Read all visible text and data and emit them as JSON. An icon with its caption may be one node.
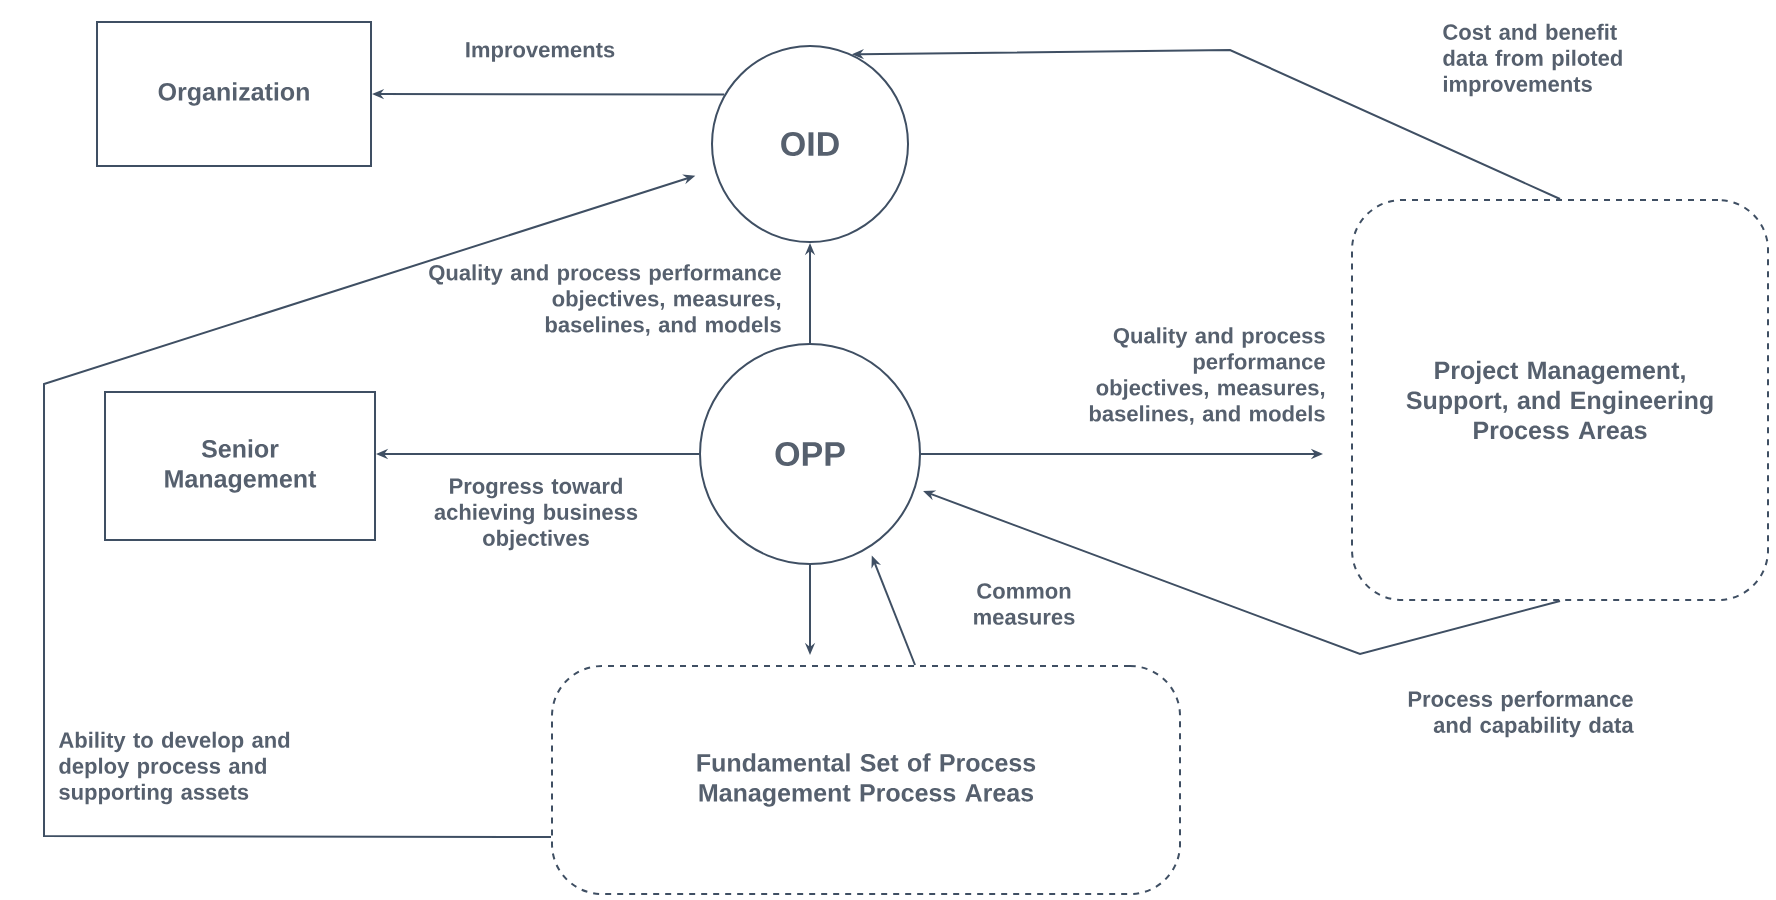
{
  "diagram": {
    "nodes": [
      {
        "text": [
          "Organization"
        ]
      },
      {
        "text": [
          "OID"
        ]
      },
      {
        "text": [
          "Senior Management"
        ]
      },
      {
        "text": [
          "OPP"
        ]
      },
      {
        "text": [
          "Project Management, Support, and Engineering Process Areas"
        ]
      },
      {
        "text": [
          "Fundamental Set of Process Management Process Areas"
        ]
      }
    ],
    "edges": [
      {
        "from": 1,
        "to": 0,
        "arrow": "to",
        "label": "Improvements"
      },
      {
        "from": 3,
        "to": 1,
        "arrow": "to",
        "label": "Quality and process performance objectives, measures, baselines, and models"
      },
      {
        "from": 3,
        "to": 2,
        "arrow": "to",
        "label": "Progress toward achieving business objectives"
      },
      {
        "from": 3,
        "to": 4,
        "arrow": "to",
        "label": "Quality and process performance objectives, measures, baselines, and models"
      },
      {
        "from": 3,
        "to": 5,
        "arrow": "to"
      },
      {
        "from": 5,
        "to": 3,
        "arrow": "to",
        "label": "Common measures"
      },
      {
        "from": 4,
        "to": 3,
        "arrow": "to",
        "label": "Process performance and capability data"
      },
      {
        "from": 4,
        "to": 1,
        "arrow": "to",
        "label": "Cost and benefit data from piloted improvements"
      },
      {
        "from": 5,
        "to": 1,
        "arrow": "to",
        "label": "Ability to develop and deploy process and supporting assets"
      }
    ]
  }
}
